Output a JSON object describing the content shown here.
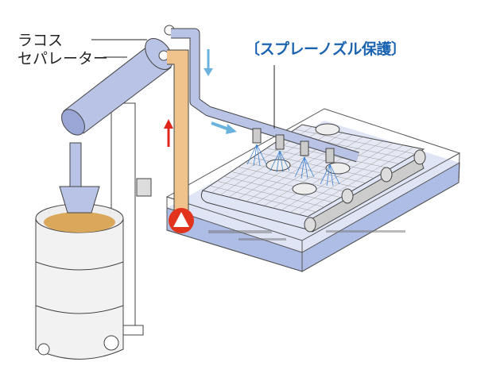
{
  "labels": {
    "separator_line1": "ラコス",
    "separator_line2": "セパレーター",
    "title": "〔スプレーノズル保護〕"
  },
  "colors": {
    "pipe_blue": "#b9c3e6",
    "pipe_orange": "#f0c38c",
    "flow_arrow": "#6bb3dd",
    "up_arrow": "#e2261c",
    "pump_red": "#e2331c",
    "title_blue": "#1a63b0",
    "water": "#aebde6"
  }
}
